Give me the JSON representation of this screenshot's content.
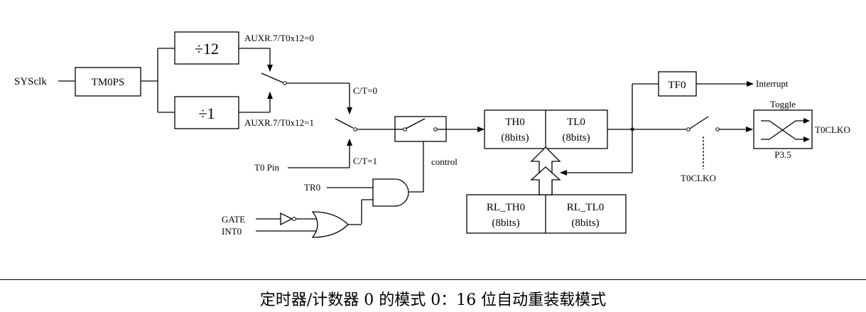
{
  "labels": {
    "sysclk": "SYSclk",
    "tm0ps": "TM0PS",
    "div12": "÷12",
    "div1": "÷1",
    "auxr0": "AUXR.7/T0x12=0",
    "auxr1": "AUXR.7/T0x12=1",
    "ct0": "C/T=0",
    "ct1": "C/T=1",
    "t0pin": "T0 Pin",
    "control": "control",
    "tr0": "TR0",
    "gate": "GATE",
    "int0": "INT0",
    "th0": "TH0",
    "th0_bits": "(8bits)",
    "tl0": "TL0",
    "tl0_bits": "(8bits)",
    "rl_th0": "RL_TH0",
    "rl_th0_bits": "(8bits)",
    "rl_tl0": "RL_TL0",
    "rl_tl0_bits": "(8bits)",
    "tf0": "TF0",
    "interrupt": "Interrupt",
    "toggle": "Toggle",
    "t0clko_out": "T0CLKO",
    "p35": "P3.5",
    "t0clko_ctrl": "T0CLKO"
  },
  "caption": "定时器/计数器 0 的模式 0：16 位自动重装载模式"
}
